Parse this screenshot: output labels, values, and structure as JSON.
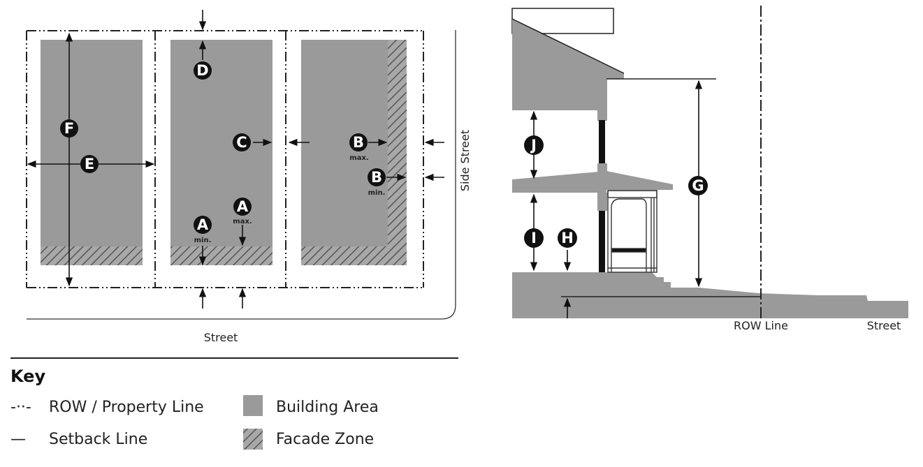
{
  "plan": {
    "street_label": "Street",
    "side_street_label": "Side Street",
    "callouts": {
      "a_min": {
        "letter": "A",
        "sub": "min."
      },
      "a_max": {
        "letter": "A",
        "sub": "max."
      },
      "b_max": {
        "letter": "B",
        "sub": "max."
      },
      "b_min": {
        "letter": "B",
        "sub": "min."
      },
      "c": {
        "letter": "C"
      },
      "d": {
        "letter": "D"
      },
      "e": {
        "letter": "E"
      },
      "f": {
        "letter": "F"
      }
    }
  },
  "section": {
    "row_line_label": "ROW Line",
    "street_label": "Street",
    "callouts": {
      "g": {
        "letter": "G"
      },
      "h": {
        "letter": "H"
      },
      "i": {
        "letter": "I"
      },
      "j": {
        "letter": "J"
      }
    }
  },
  "key": {
    "title": "Key",
    "items": [
      {
        "symbol": "-··-",
        "label": "ROW / Property Line"
      },
      {
        "symbol": "—",
        "label": "Setback Line"
      },
      {
        "label": "Building Area"
      },
      {
        "label": "Facade Zone"
      }
    ]
  },
  "colors": {
    "building": "#9a9a9a",
    "ink": "#111111",
    "hatch": "#555555"
  }
}
